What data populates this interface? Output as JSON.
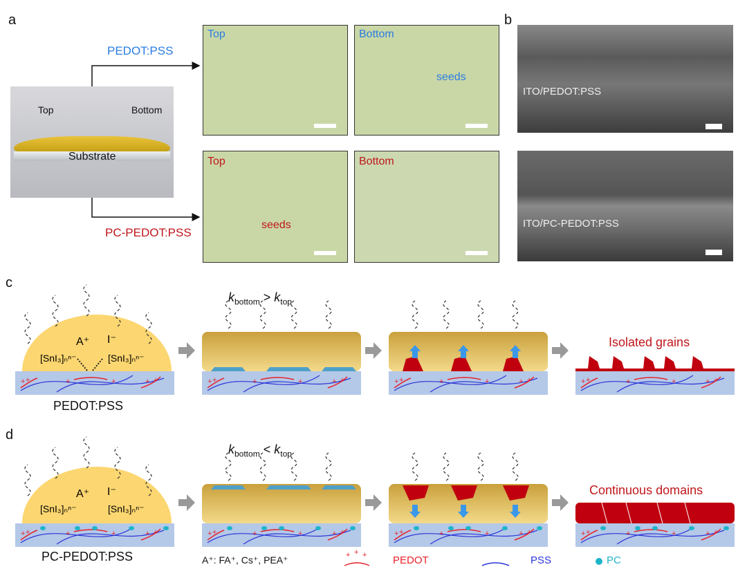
{
  "panels": {
    "a": "a",
    "b": "b",
    "c": "c",
    "d": "d"
  },
  "photo": {
    "top": "Top",
    "bottom": "Bottom",
    "substrate": "Substrate"
  },
  "branches": {
    "upper": "PEDOT:PSS",
    "lower": "PC-PEDOT:PSS"
  },
  "micrographs": {
    "upper": {
      "left": "Top",
      "right": "Bottom",
      "note": "seeds"
    },
    "lower": {
      "left": "Top",
      "right": "Bottom",
      "note": "seeds"
    }
  },
  "sem": {
    "upper": "ITO/PEDOT:PSS",
    "lower": "ITO/PC-PEDOT:PSS"
  },
  "row_c": {
    "k_main": "k",
    "k_sub1": "bottom",
    "op": ">",
    "k_sub2": "top",
    "drop_A": "A⁺",
    "drop_I": "I⁻",
    "snl": "[SnI₃]ₙⁿ⁻",
    "substrate": "PEDOT:PSS",
    "result": "Isolated grains"
  },
  "row_d": {
    "k_main": "k",
    "k_sub1": "bottom",
    "op": "<",
    "k_sub2": "top",
    "drop_A": "A⁺",
    "drop_I": "I⁻",
    "snl": "[SnI₃]ₙⁿ⁻",
    "substrate": "PC-PEDOT:PSS",
    "result": "Continuous domains"
  },
  "legend": {
    "cations": "A⁺: FA⁺, Cs⁺, PEA⁺",
    "pedot": "PEDOT",
    "pss": "PSS",
    "pc": "PC"
  },
  "colors": {
    "pedot": "#e8212a",
    "pss": "#2b35d6",
    "pc": "#1fb5c9",
    "grain": "#c0000f",
    "blue_text": "#2a7de1",
    "red_text": "#c0161c"
  }
}
